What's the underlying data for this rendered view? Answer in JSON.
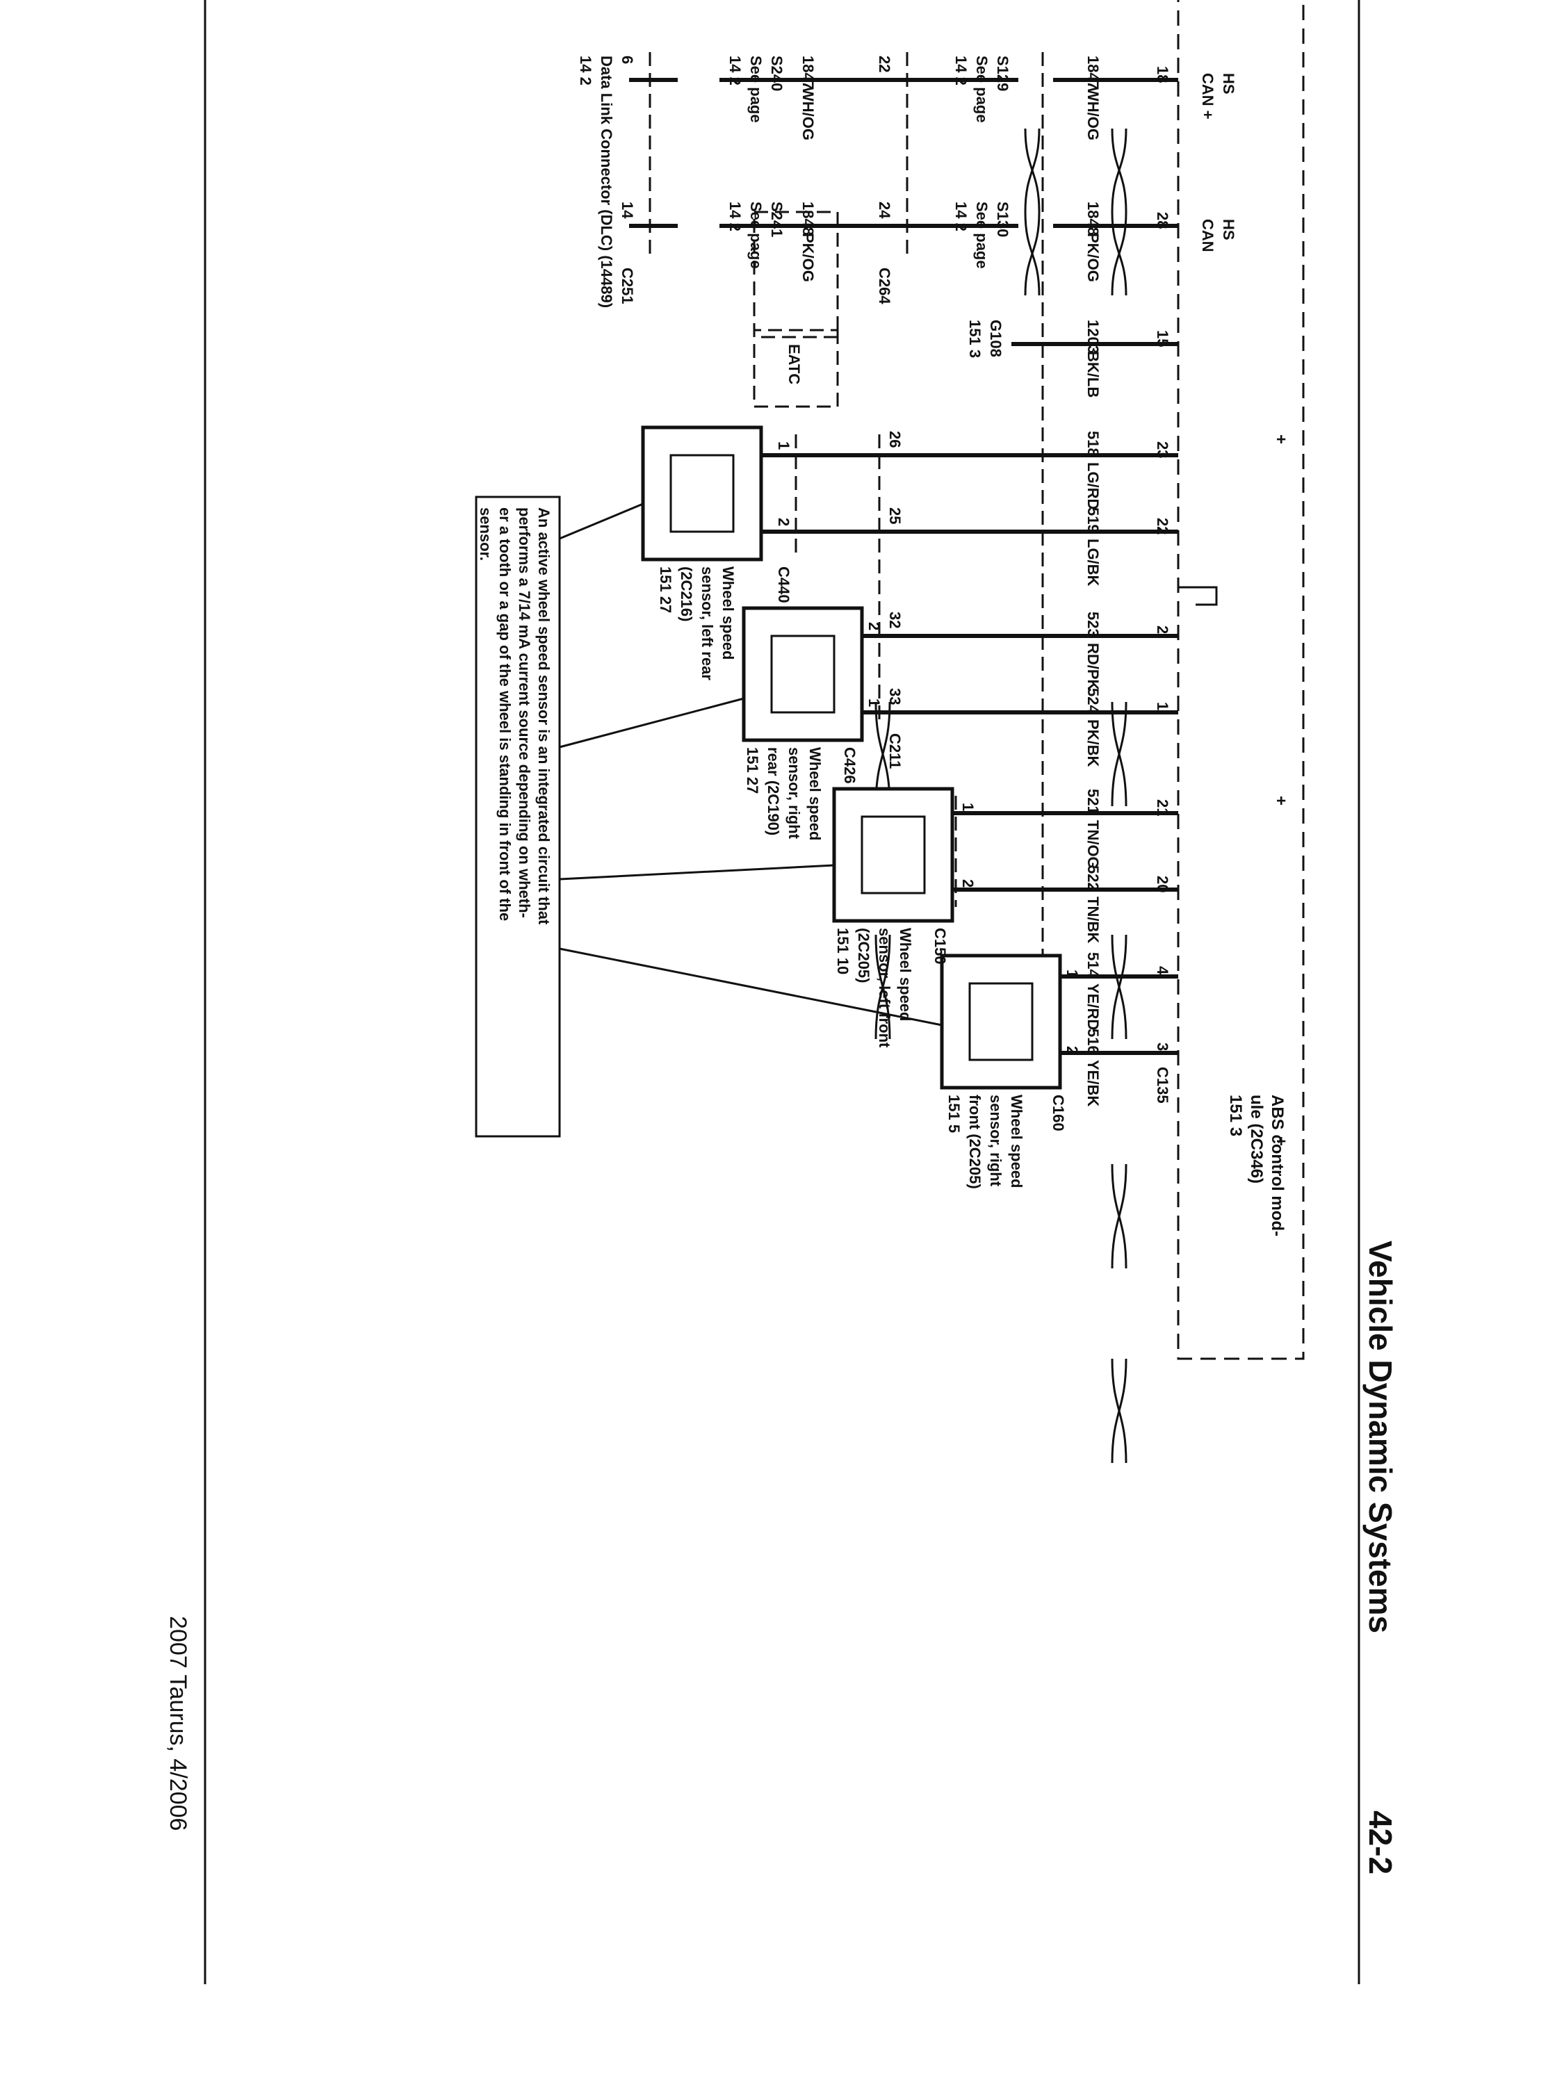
{
  "header": {
    "title": "Vehicle Dynamic Systems",
    "page_number": "42-2"
  },
  "footer": {
    "text": "2007 Taurus, 4/2006"
  },
  "abs_module": {
    "line1": "ABS control mod-",
    "line2": "ule (2C346)",
    "ref": "151    3"
  },
  "plus_sign": "+",
  "abs_pins": [
    {
      "pin": "18",
      "sub1": "HS",
      "sub2": "CAN +"
    },
    {
      "pin": "28",
      "sub1": "HS",
      "sub2": "CAN"
    },
    {
      "pin": "15",
      "sub1": "",
      "sub2": ""
    },
    {
      "pin": "23",
      "sub1": "",
      "sub2": ""
    },
    {
      "pin": "22",
      "sub1": "",
      "sub2": ""
    },
    {
      "pin": "2",
      "sub1": "",
      "sub2": ""
    },
    {
      "pin": "1",
      "sub1": "",
      "sub2": ""
    },
    {
      "pin": "21",
      "sub1": "",
      "sub2": ""
    },
    {
      "pin": "20",
      "sub1": "",
      "sub2": ""
    },
    {
      "pin": "4",
      "sub1": "",
      "sub2": ""
    },
    {
      "pin": "3",
      "sub1": "",
      "sub2": ""
    }
  ],
  "abs_connector": "C135",
  "wires": [
    {
      "circuit": "1847",
      "color": "WH/OG"
    },
    {
      "circuit": "1848",
      "color": "PK/OG"
    },
    {
      "circuit": "1203",
      "color": "BK/LB"
    },
    {
      "circuit": "518",
      "color": "LG/RD"
    },
    {
      "circuit": "519",
      "color": "LG/BK"
    },
    {
      "circuit": "523",
      "color": "RD/PK"
    },
    {
      "circuit": "524",
      "color": "PK/BK"
    },
    {
      "circuit": "521",
      "color": "TN/OG"
    },
    {
      "circuit": "522",
      "color": "TN/BK"
    },
    {
      "circuit": "514",
      "color": "YE/RD"
    },
    {
      "circuit": "516",
      "color": "YE/BK"
    }
  ],
  "splices": [
    {
      "name": "S129",
      "see": "See page",
      "ref": "14    2"
    },
    {
      "name": "S130",
      "see": "See page",
      "ref": "14    2"
    },
    {
      "name": "S240",
      "see": "See page",
      "ref": "14    2"
    },
    {
      "name": "S241",
      "see": "See page",
      "ref": "14    2"
    }
  ],
  "ground": {
    "name": "G108",
    "ref": "151    3"
  },
  "eatc": "EATC",
  "c264": {
    "name": "C264",
    "pin_a": "22",
    "pin_b": "24",
    "circuit_a": "1847",
    "color_a": "WH/OG",
    "circuit_b": "1848",
    "color_b": "PK/OG"
  },
  "dlc": {
    "name": "Data Link Connector (DLC) (14489)",
    "ref": "14    2",
    "pin_a": "6",
    "pin_b": "14",
    "connector": "C251"
  },
  "c211": {
    "name": "C211",
    "pins": [
      "26",
      "25",
      "32",
      "33"
    ]
  },
  "sensors": [
    {
      "line1": "Wheel speed",
      "line2": "sensor, left rear",
      "line3": "(2C216)",
      "ref": "151    27",
      "connector": "C440",
      "pin_a": "1",
      "pin_b": "2"
    },
    {
      "line1": "Wheel speed",
      "line2": "sensor, right",
      "line3": "rear (2C190)",
      "ref": "151    27",
      "connector": "C426",
      "pin_a": "2",
      "pin_b": "1"
    },
    {
      "line1": "Wheel speed",
      "line2": "sensor, left front",
      "line3": "(2C205)",
      "ref": "151    10",
      "connector": "C150",
      "pin_a": "1",
      "pin_b": "2"
    },
    {
      "line1": "Wheel speed",
      "line2": "sensor, right",
      "line3": "front (2C205)",
      "ref": "151    5",
      "connector": "C160",
      "pin_a": "1",
      "pin_b": "2"
    }
  ],
  "note": {
    "lines": [
      "An active wheel speed sensor is an integrated circuit that",
      "performs a 7/14 mA current source depending on wheth-",
      "er a tooth or a gap of the wheel is standing in front of the",
      "sensor."
    ]
  }
}
